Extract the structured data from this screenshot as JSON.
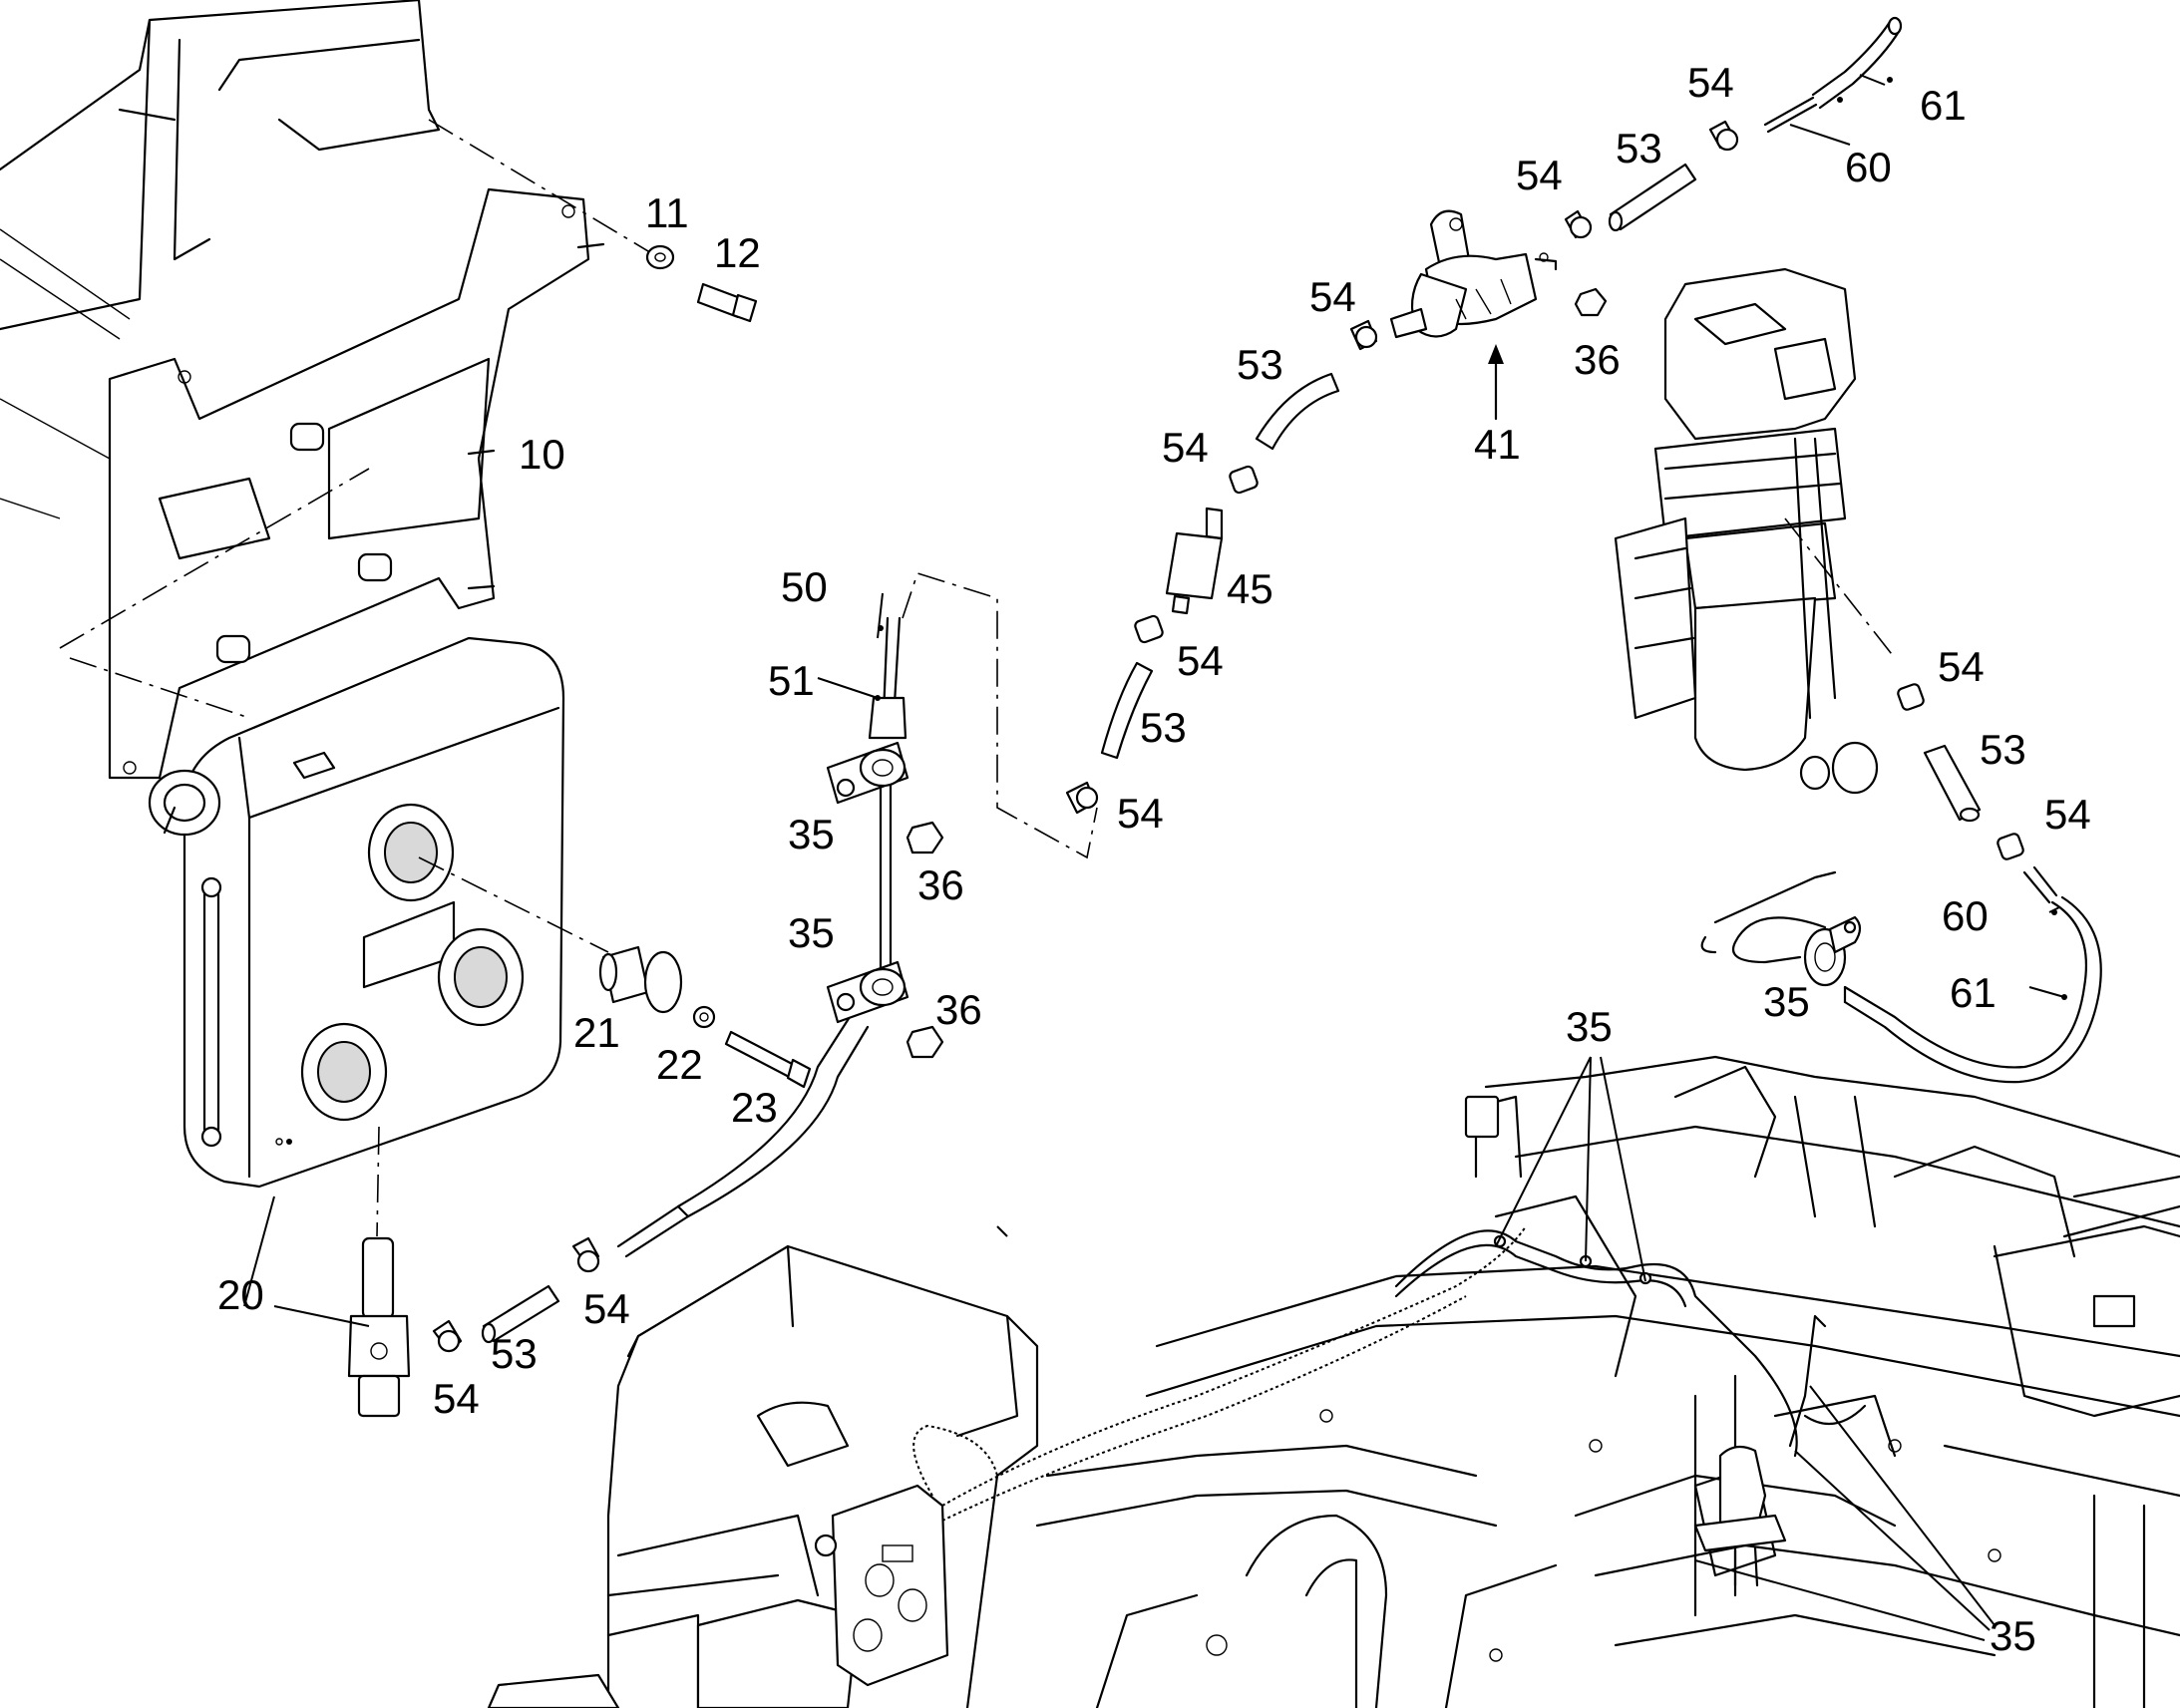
{
  "callouts": {
    "c10": "10",
    "c11": "11",
    "c12": "12",
    "c20": "20",
    "c21": "21",
    "c22": "22",
    "c23": "23",
    "c35a": "35",
    "c35b": "35",
    "c35c": "35",
    "c35d": "35",
    "c35e": "35",
    "c36a": "36",
    "c36b": "36",
    "c36c": "36",
    "c41": "41",
    "c45": "45",
    "c50": "50",
    "c51": "51",
    "c53a": "53",
    "c53b": "53",
    "c53c": "53",
    "c53d": "53",
    "c53e": "53",
    "c54a": "54",
    "c54b": "54",
    "c54c": "54",
    "c54d": "54",
    "c54e": "54",
    "c54f": "54",
    "c54g": "54",
    "c54h": "54",
    "c54i": "54",
    "c54j": "54",
    "c60a": "60",
    "c60b": "60",
    "c61a": "61",
    "c61b": "61"
  }
}
